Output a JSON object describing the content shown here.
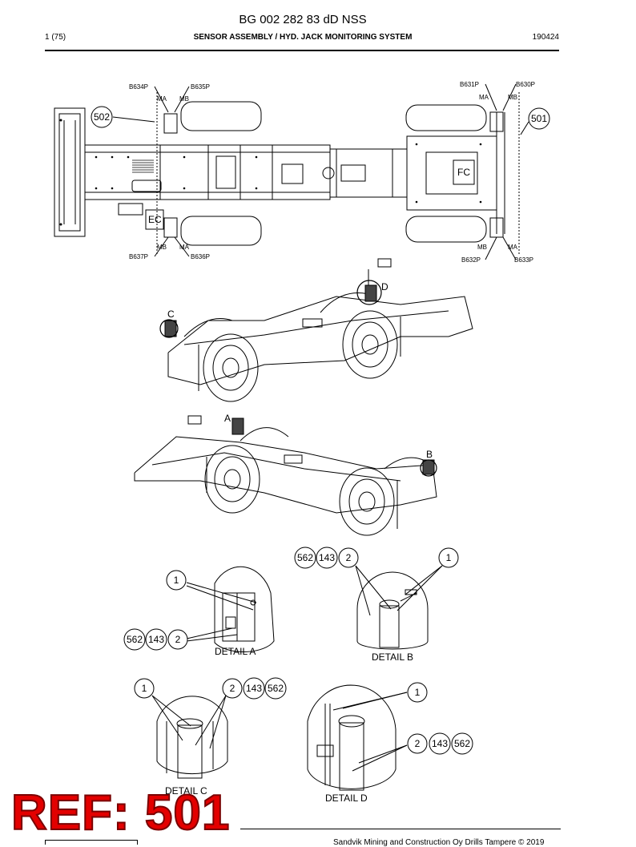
{
  "header": {
    "title": "BG 002 282 83 dD NSS",
    "page": "1 (75)",
    "subtitle": "SENSOR ASSEMBLY / HYD. JACK MONITORING SYSTEM",
    "date": "190424"
  },
  "top_view": {
    "sensor_labels": [
      "B634P",
      "B635P",
      "B631P",
      "B630P",
      "B637P",
      "B636P",
      "B632P",
      "B633P"
    ],
    "port_ma": "MA",
    "port_mb": "MB",
    "box_ec": "EC",
    "box_fc": "FC",
    "callout_502": "502",
    "callout_501": "501"
  },
  "iso_views": {
    "letter_a": "A",
    "letter_b": "B",
    "letter_c": "C",
    "letter_d": "D"
  },
  "bubbles": {
    "n562": "562",
    "n143": "143",
    "n2": "2",
    "n1": "1"
  },
  "details": {
    "a": "DETAIL  A",
    "b": "DETAIL  B",
    "c": "DETAIL  C",
    "d": "DETAIL  D"
  },
  "stamp": "REF: 501",
  "footer": "Sandvik Mining and Construction Oy Drills Tampere © 2019"
}
